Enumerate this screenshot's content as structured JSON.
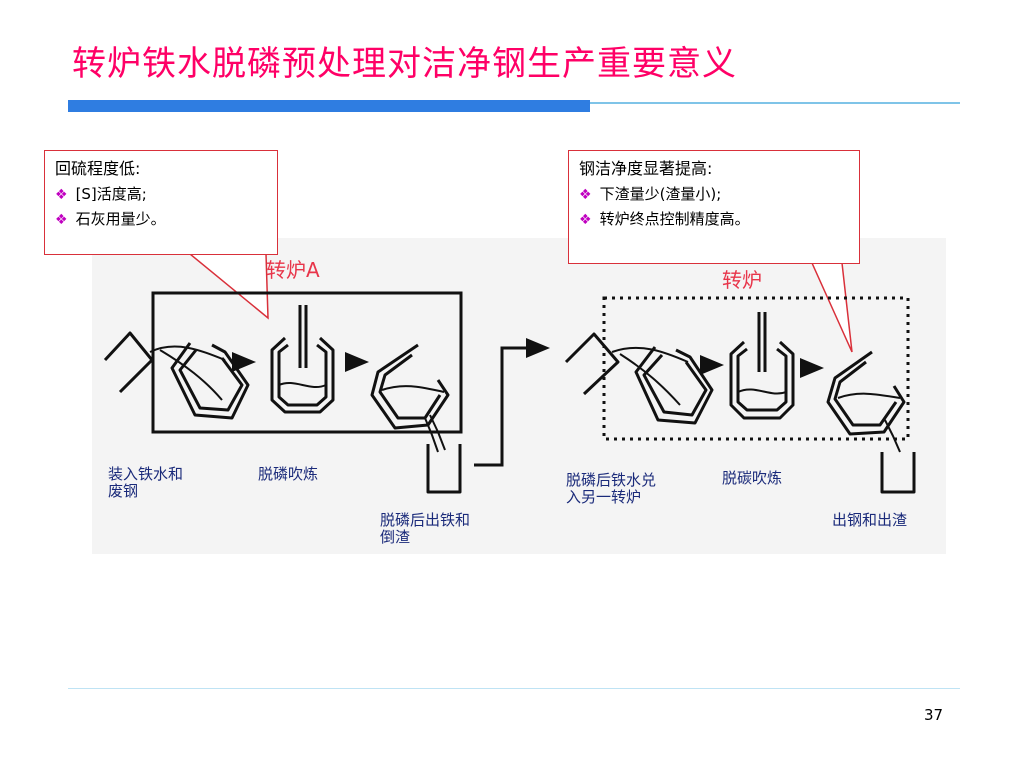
{
  "slide": {
    "title": "转炉铁水脱磷预处理对洁净钢生产重要意义",
    "page_number": "37"
  },
  "callouts": {
    "left": {
      "heading": "回硫程度低:",
      "items": [
        "[S]活度高;",
        "石灰用量少。"
      ]
    },
    "right": {
      "heading": "钢洁净度显著提高:",
      "items": [
        "下渣量少(渣量小);",
        "转炉终点控制精度高。"
      ]
    }
  },
  "diagram": {
    "furnace_a_label": "转炉A",
    "furnace_b_label": "转炉",
    "steps": {
      "charge_line1": "装入铁水和",
      "charge_line2": "废钢",
      "dephos_blow": "脱磷吹炼",
      "tap_line1": "脱磷后出铁和",
      "tap_line2": "倒渣",
      "transfer_line1": "脱磷后铁水兑",
      "transfer_line2": "入另一转炉",
      "decarb_blow": "脱碳吹炼",
      "tap_steel": "出钢和出渣"
    }
  },
  "colors": {
    "title": "#ff0066",
    "accent_bar": "#2f7de1",
    "callout_border": "#d9303a",
    "label_text": "#1a2a7a"
  }
}
